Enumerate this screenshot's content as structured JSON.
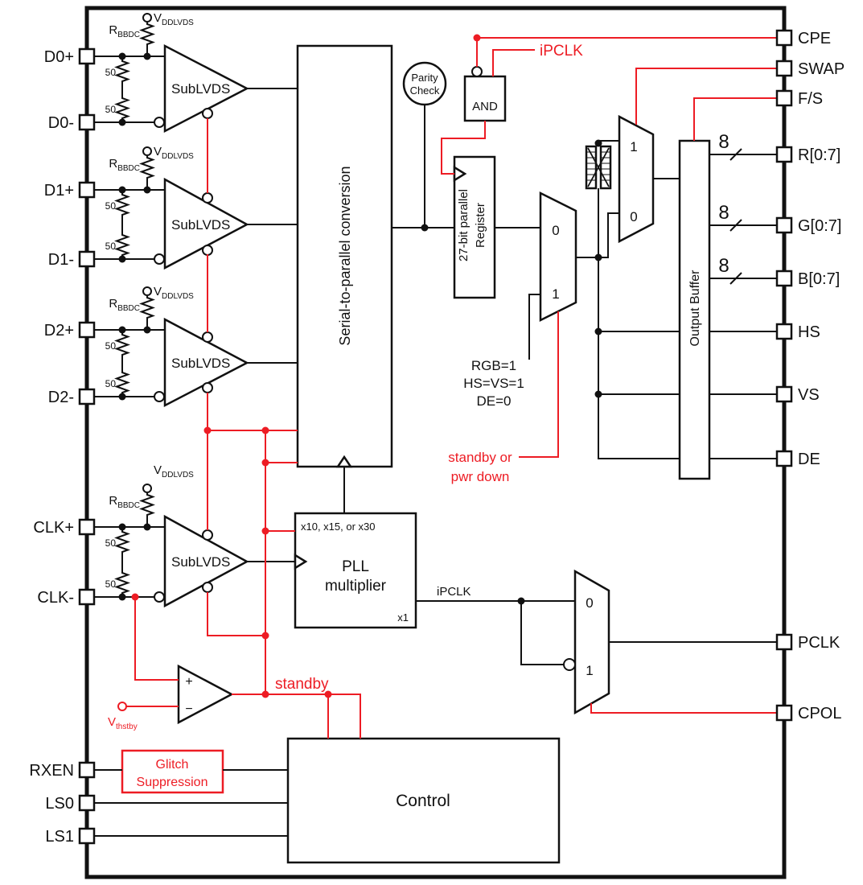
{
  "diagram": {
    "colors": {
      "line": "#111111",
      "accent": "#ed1c24",
      "background": "#ffffff"
    },
    "pins_left": [
      {
        "label": "D0+"
      },
      {
        "label": "D0-"
      },
      {
        "label": "D1+"
      },
      {
        "label": "D1-"
      },
      {
        "label": "D2+"
      },
      {
        "label": "D2-"
      },
      {
        "label": "CLK+"
      },
      {
        "label": "CLK-"
      },
      {
        "label": "RXEN"
      },
      {
        "label": "LS0"
      },
      {
        "label": "LS1"
      }
    ],
    "pins_right": [
      {
        "label": "CPE"
      },
      {
        "label": "SWAP"
      },
      {
        "label": "F/S"
      },
      {
        "label": "R[0:7]"
      },
      {
        "label": "G[0:7]"
      },
      {
        "label": "B[0:7]"
      },
      {
        "label": "HS"
      },
      {
        "label": "VS"
      },
      {
        "label": "DE"
      },
      {
        "label": "PCLK"
      },
      {
        "label": "CPOL"
      }
    ],
    "blocks": {
      "sublvds": "SubLVDS",
      "serial_to_parallel": "Serial-to-parallel conversion",
      "parity_line1": "Parity",
      "parity_line2": "Check",
      "and_gate": "AND",
      "register_line1": "27-bit parallel",
      "register_line2": "Register",
      "output_buffer": "Output Buffer",
      "pll_note": "x10, x15, or x30",
      "pll_line1": "PLL",
      "pll_line2": "multiplier",
      "pll_x1": "x1",
      "control": "Control",
      "glitch_line1": "Glitch",
      "glitch_line2": "Suppression"
    },
    "labels": {
      "ipclk_top": "iPCLK",
      "ipclk_pll": "iPCLK",
      "rgb_line1": "RGB=1",
      "rgb_line2": "HS=VS=1",
      "rgb_line3": "DE=0",
      "standby_pwr_line1": "standby or",
      "standby_pwr_line2": "pwr down",
      "standby": "standby",
      "v": "V",
      "vddlvds_sub": "DDLVDS",
      "vthstby_sub": "thstby",
      "r": "R",
      "rbbdc_sub": "BBDC",
      "ohm50": "50",
      "bus_width": "8",
      "mux_zero": "0",
      "mux_one": "1",
      "plus": "+",
      "minus": "−"
    }
  }
}
